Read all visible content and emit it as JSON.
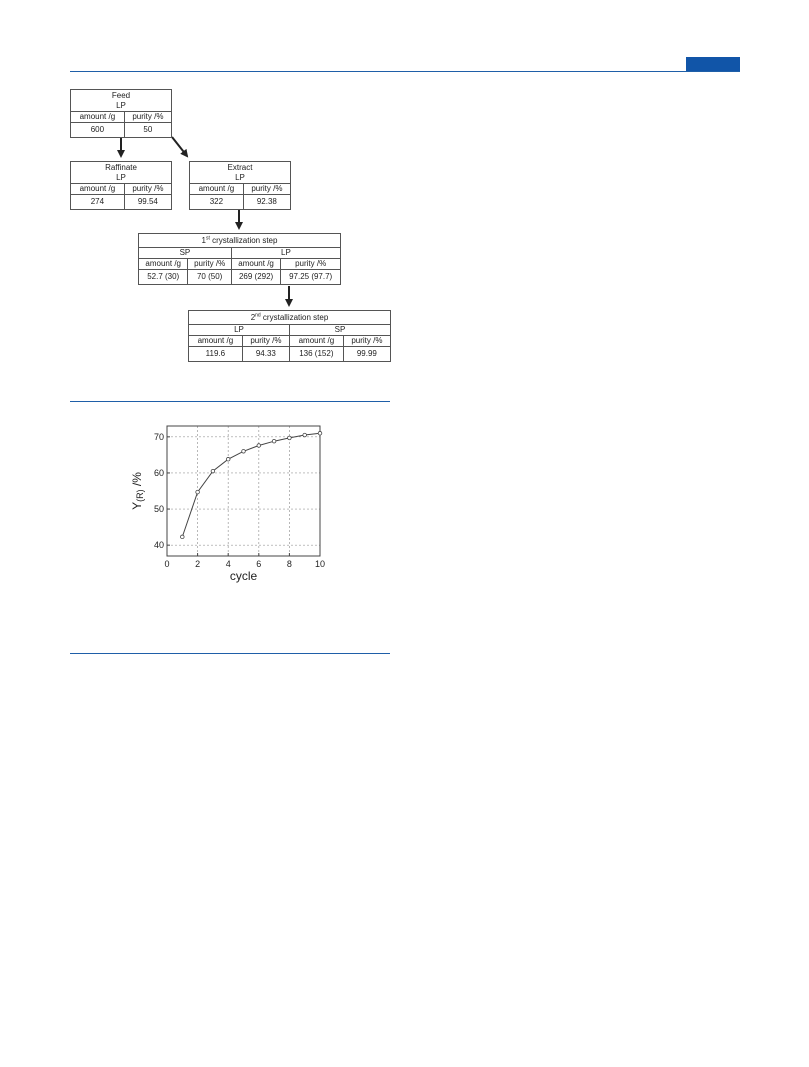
{
  "flow": {
    "feed": {
      "title": "Feed",
      "sub": "LP",
      "col_amount": "amount /g",
      "col_purity": "purity /%",
      "amount": "600",
      "purity": "50"
    },
    "raffinate": {
      "title": "Raffinate",
      "sub": "LP",
      "col_amount": "amount /g",
      "col_purity": "purity /%",
      "amount": "274",
      "purity": "99.54"
    },
    "extract": {
      "title": "Extract",
      "sub": "LP",
      "col_amount": "amount /g",
      "col_purity": "purity /%",
      "amount": "322",
      "purity": "92.38"
    },
    "cryst1": {
      "title_num": "1",
      "title_sup": "st",
      "title_rest": " crystallization step",
      "left": {
        "label": "SP",
        "col_amount": "amount /g",
        "col_purity": "purity /%",
        "amount": "52.7 (30)",
        "purity": "70 (50)"
      },
      "right": {
        "label": "LP",
        "col_amount": "amount /g",
        "col_purity": "purity /%",
        "amount": "269 (292)",
        "purity": "97.25 (97.7)"
      }
    },
    "cryst2": {
      "title_num": "2",
      "title_sup": "nd",
      "title_rest": " crystallization step",
      "left": {
        "label": "LP",
        "col_amount": "amount /g",
        "col_purity": "purity /%",
        "amount": "119.6",
        "purity": "94.33"
      },
      "right": {
        "label": "SP",
        "col_amount": "amount /g",
        "col_purity": "purity /%",
        "amount": "136 (152)",
        "purity": "99.99"
      }
    }
  },
  "chart_data": {
    "type": "line",
    "xlabel": "cycle",
    "ylabel_main": "Y",
    "ylabel_sub": "(R)",
    "ylabel_unit": " /%",
    "xlim": [
      0,
      10
    ],
    "ylim": [
      37,
      73
    ],
    "xticks": [
      0,
      2,
      4,
      6,
      8,
      10
    ],
    "yticks": [
      40,
      50,
      60,
      70
    ],
    "grid": true,
    "x": [
      1,
      2,
      3,
      4,
      5,
      6,
      7,
      8,
      9,
      10
    ],
    "y": [
      42.3,
      54.7,
      60.5,
      63.8,
      66.0,
      67.6,
      68.8,
      69.7,
      70.5,
      71.0
    ]
  }
}
